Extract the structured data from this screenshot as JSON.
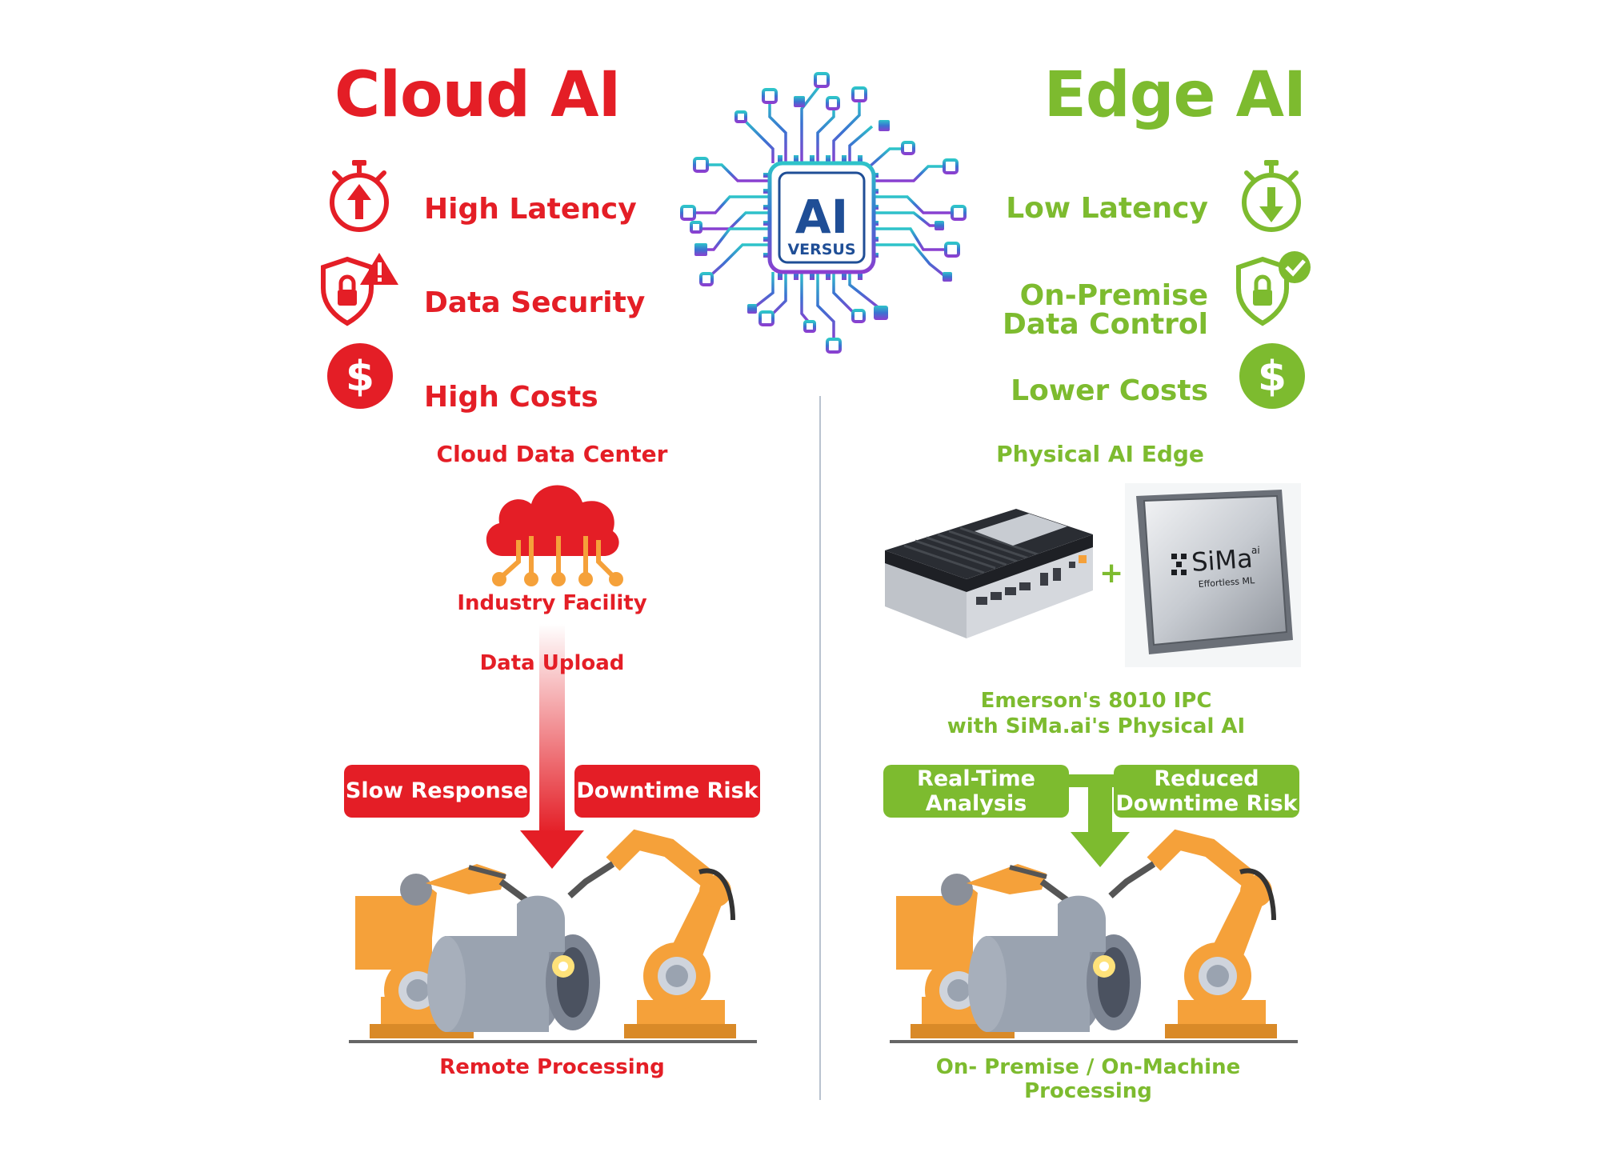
{
  "cloud": {
    "title": "Cloud AI",
    "features": [
      "High Latency",
      "Data Security",
      "High Costs"
    ],
    "data_center_label": "Cloud Data Center",
    "facility_label": "Industry Facility",
    "upload_label": "Data Upload",
    "pill_left": "Slow Response",
    "pill_right": "Downtime Risk",
    "footer": "Remote Processing"
  },
  "edge": {
    "title": "Edge AI",
    "features": [
      "Low Latency",
      "On-Premise\nData Control",
      "Lower Costs"
    ],
    "edge_label": "Physical AI Edge",
    "plus": "+",
    "chip_brand": "SiMa",
    "chip_brand_sup": "ai",
    "chip_tagline": "Effortless ML",
    "device_caption_line1": "Emerson's 8010 IPC",
    "device_caption_line2": "with SiMa.ai's Physical AI",
    "pill_left": "Real-Time\nAnalysis",
    "pill_right": "Reduced\nDowntime Risk",
    "footer": "On- Premise / On-Machine Processing"
  },
  "center_chip": {
    "main": "AI",
    "sub": "VERSUS"
  },
  "colors": {
    "red": "#e41e26",
    "green": "#7dbb2f",
    "orange": "#f5a13a",
    "blue": "#1f4e96"
  },
  "icons": {
    "cloud": [
      "stopwatch-up-icon",
      "shield-lock-warning-icon",
      "dollar-circle-icon",
      "cloud-network-icon"
    ],
    "edge": [
      "stopwatch-down-icon",
      "shield-lock-check-icon",
      "dollar-circle-icon",
      "ipc-device-icon",
      "ai-chip-icon"
    ],
    "robots": "robot-welding-scene"
  }
}
